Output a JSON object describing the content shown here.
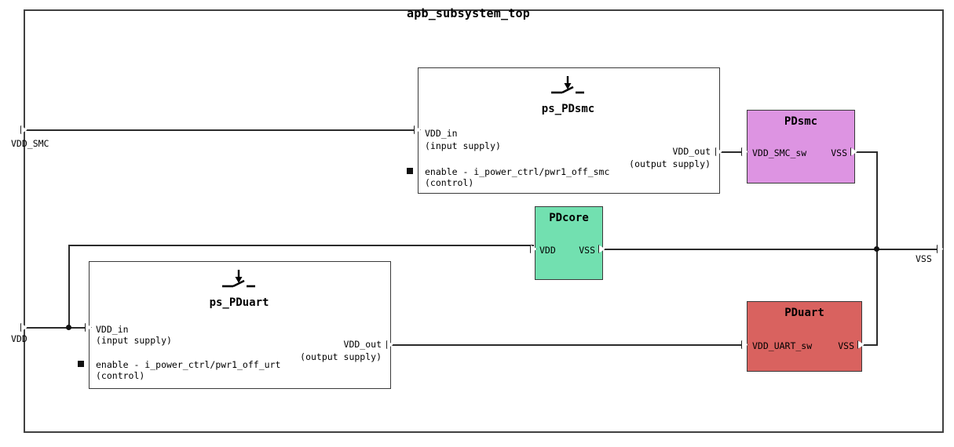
{
  "diagram": {
    "title": "apb_subsystem_top",
    "type": "power-domain-block-diagram"
  },
  "boundary_ports": [
    {
      "name": "VDD_SMC",
      "label": "VDD_SMC",
      "side": "left",
      "direction": "input",
      "icon": "port-arrow-icon"
    },
    {
      "name": "VDD",
      "label": "VDD",
      "side": "left",
      "direction": "input",
      "icon": "port-arrow-icon"
    },
    {
      "name": "VSS",
      "label": "VSS",
      "side": "right",
      "direction": "output",
      "icon": "port-arrow-icon"
    }
  ],
  "switch_blocks": [
    {
      "id": "ps_PDsmc",
      "label": "ps_PDsmc",
      "icon": "power-switch-icon",
      "ports": {
        "in_name": "VDD_in",
        "in_desc": "(input supply)",
        "enable_name": "enable - i_power_ctrl/pwr1_off_smc",
        "enable_desc": "(control)",
        "out_name": "VDD_out",
        "out_desc": "(output supply)"
      }
    },
    {
      "id": "ps_PDuart",
      "label": "ps_PDuart",
      "icon": "power-switch-icon",
      "ports": {
        "in_name": "VDD_in",
        "in_desc": "(input supply)",
        "enable_name": "enable - i_power_ctrl/pwr1_off_urt",
        "enable_desc": "(control)",
        "out_name": "VDD_out",
        "out_desc": "(output supply)"
      }
    }
  ],
  "power_domains": [
    {
      "id": "PDsmc",
      "label": "PDsmc",
      "color": "#dd94e2",
      "supply_port": "VDD_SMC_sw",
      "ground_port": "VSS"
    },
    {
      "id": "PDcore",
      "label": "PDcore",
      "color": "#72e0b0",
      "supply_port": "VDD",
      "ground_port": "VSS"
    },
    {
      "id": "PDuart",
      "label": "PDuart",
      "color": "#d9625f",
      "supply_port": "VDD_UART_sw",
      "ground_port": "VSS"
    }
  ],
  "colors": {
    "frame": "#404040",
    "wire": "#2b2b2b",
    "text": "#000000",
    "background": "#ffffff"
  }
}
